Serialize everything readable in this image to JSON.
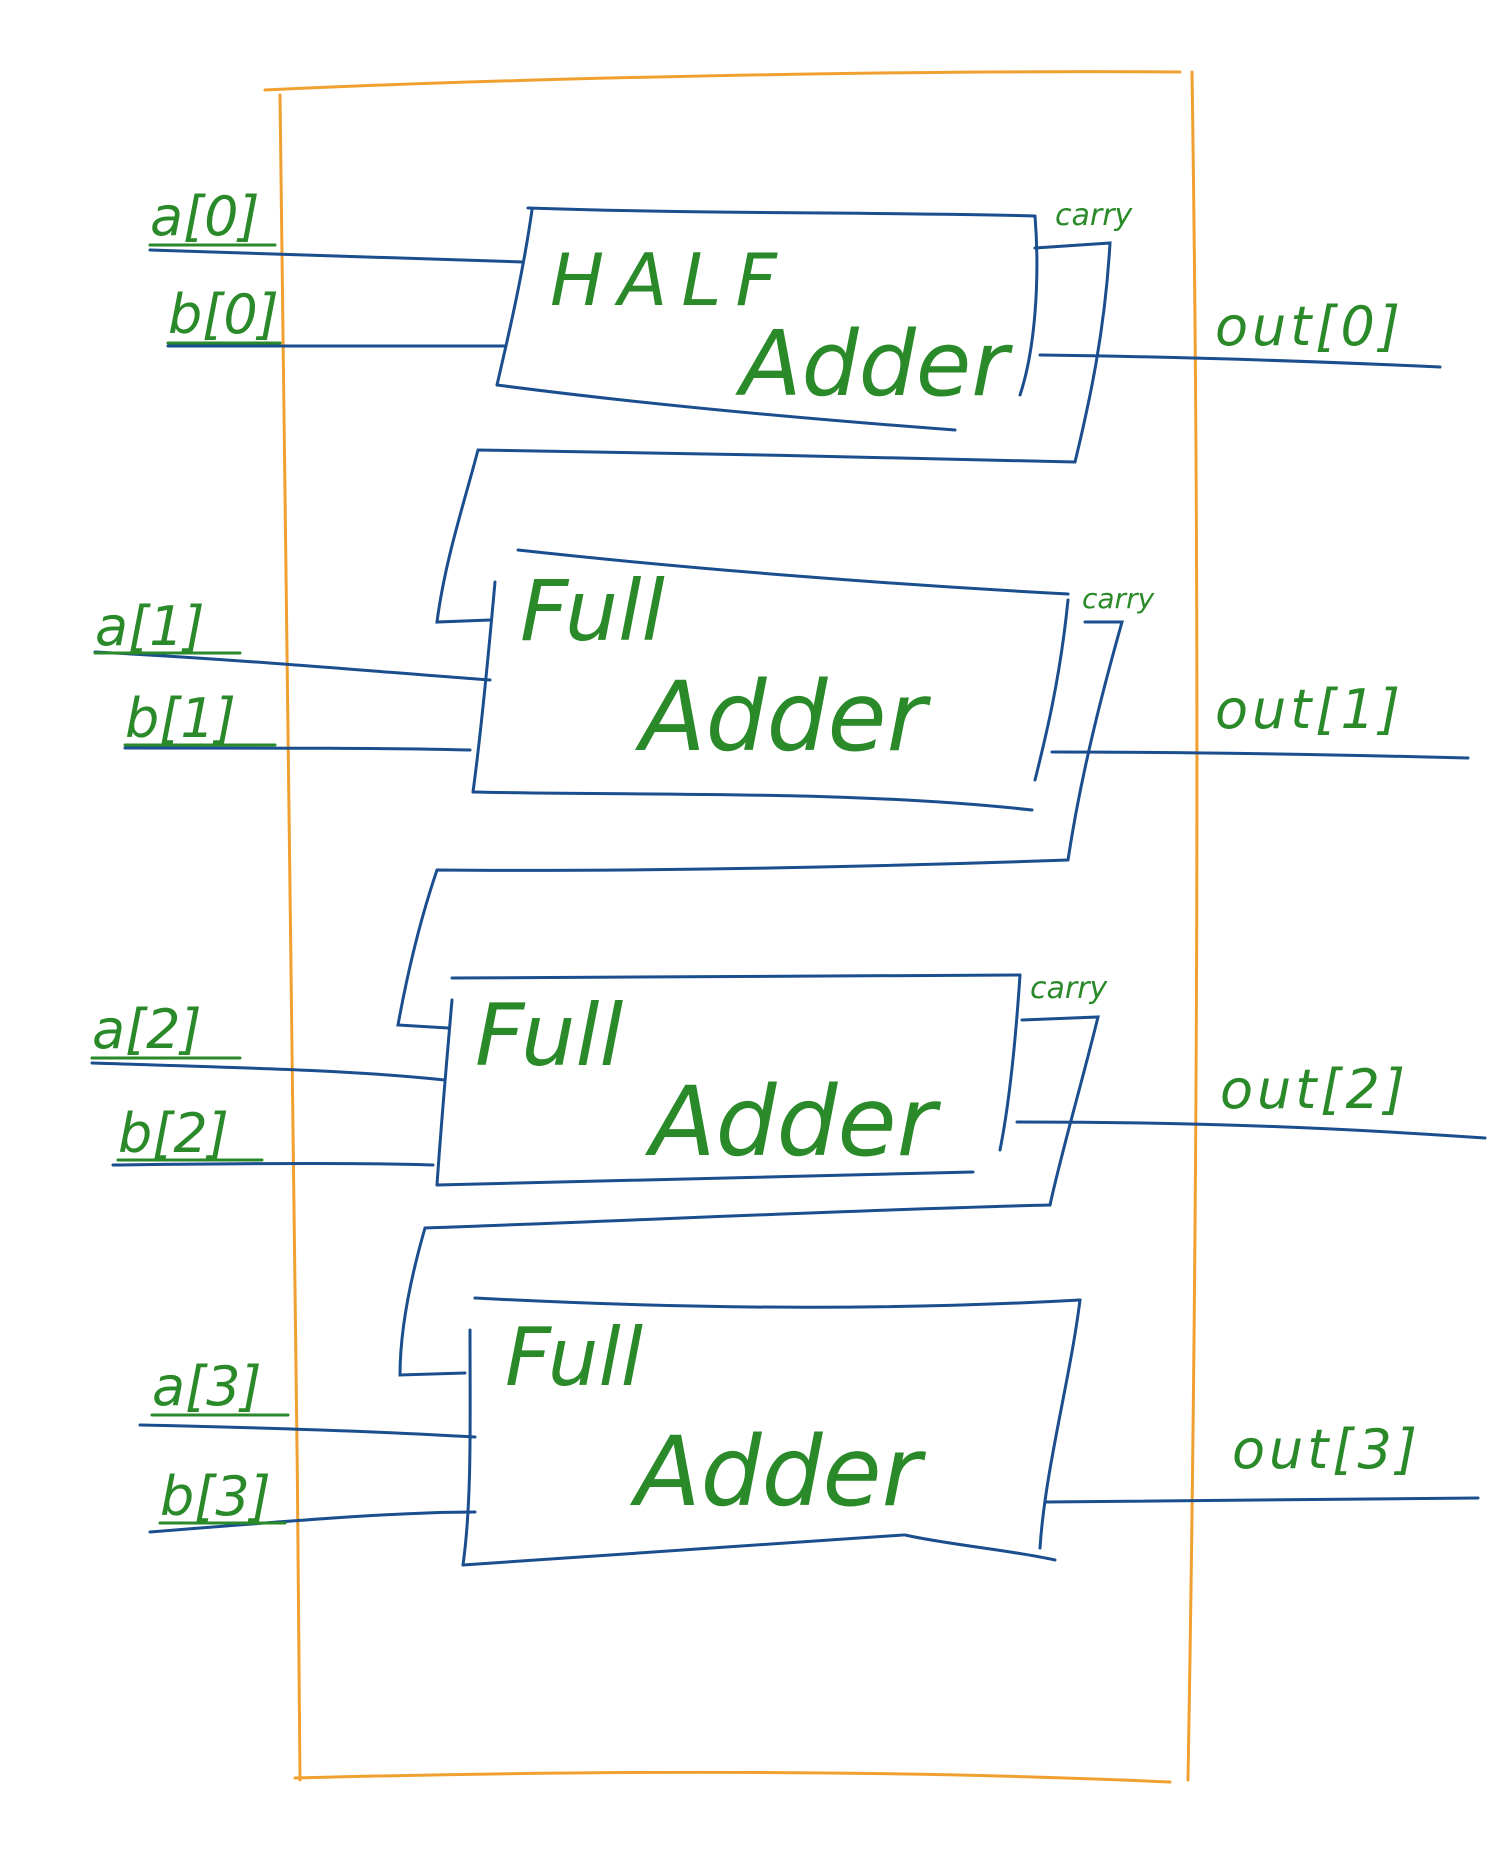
{
  "colors": {
    "background": "#ffffff",
    "outer_box": "#f0a030",
    "wires": "#1a4e8e",
    "labels": "#2a8a2a"
  },
  "inputs": {
    "a0": "a[0]",
    "b0": "b[0]",
    "a1": "a[1]",
    "b1": "b[1]",
    "a2": "a[2]",
    "b2": "b[2]",
    "a3": "a[3]",
    "b3": "b[3]"
  },
  "outputs": {
    "out0": "out[0]",
    "out1": "out[1]",
    "out2": "out[2]",
    "out3": "out[3]"
  },
  "blocks": {
    "b0": {
      "line1": "HALF",
      "line2": "Adder"
    },
    "b1": {
      "line1": "Full",
      "line2": "Adder"
    },
    "b2": {
      "line1": "Full",
      "line2": "Adder"
    },
    "b3": {
      "line1": "Full",
      "line2": "Adder"
    }
  },
  "carry": {
    "c0": "carry",
    "c1": "carry",
    "c2": "carry"
  }
}
